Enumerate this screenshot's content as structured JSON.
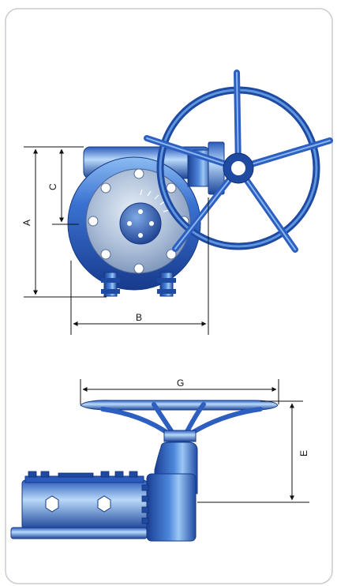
{
  "dimension_labels": {
    "a": "A",
    "b": "B",
    "c": "C",
    "e": "E",
    "g": "G"
  },
  "colors": {
    "frame_border": "#c9ccd0",
    "body_dark": "#1b3f92",
    "body_mid": "#2e63c6",
    "body_light": "#7fb0ee",
    "highlight": "#dfefff",
    "steel_face": "#9eb2cf",
    "dim_line": "#111111"
  },
  "icons": [
    "gearbox-front-view",
    "gearbox-side-view",
    "handwheel"
  ]
}
